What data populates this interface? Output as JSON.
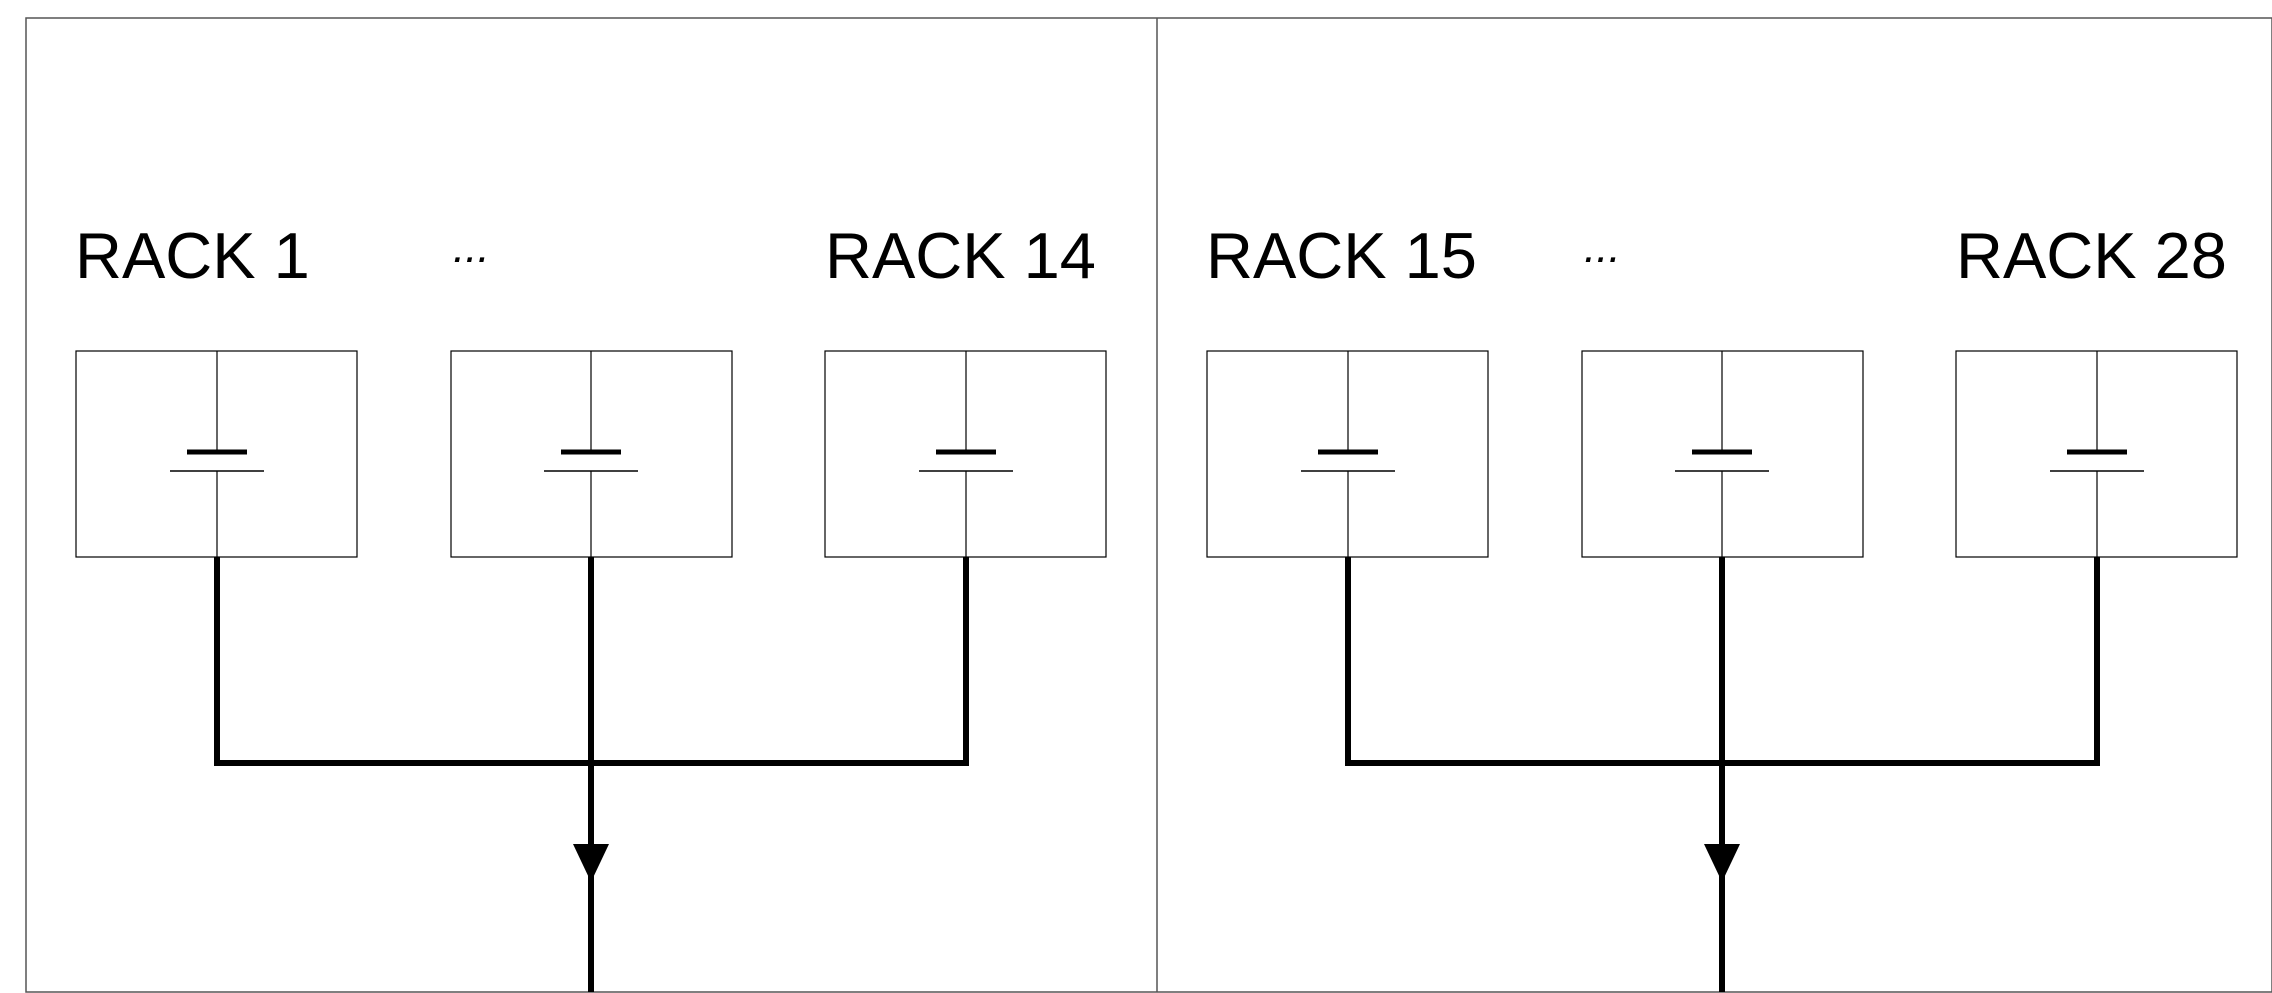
{
  "panels": [
    {
      "racks": [
        {
          "label": "RACK 1"
        },
        {
          "label": "..."
        },
        {
          "label": "RACK 14"
        }
      ]
    },
    {
      "racks": [
        {
          "label": "RACK 15"
        },
        {
          "label": "..."
        },
        {
          "label": "RACK 28"
        }
      ]
    }
  ],
  "icons": {
    "battery": "battery-cell-icon",
    "arrow": "arrow-down-icon"
  }
}
